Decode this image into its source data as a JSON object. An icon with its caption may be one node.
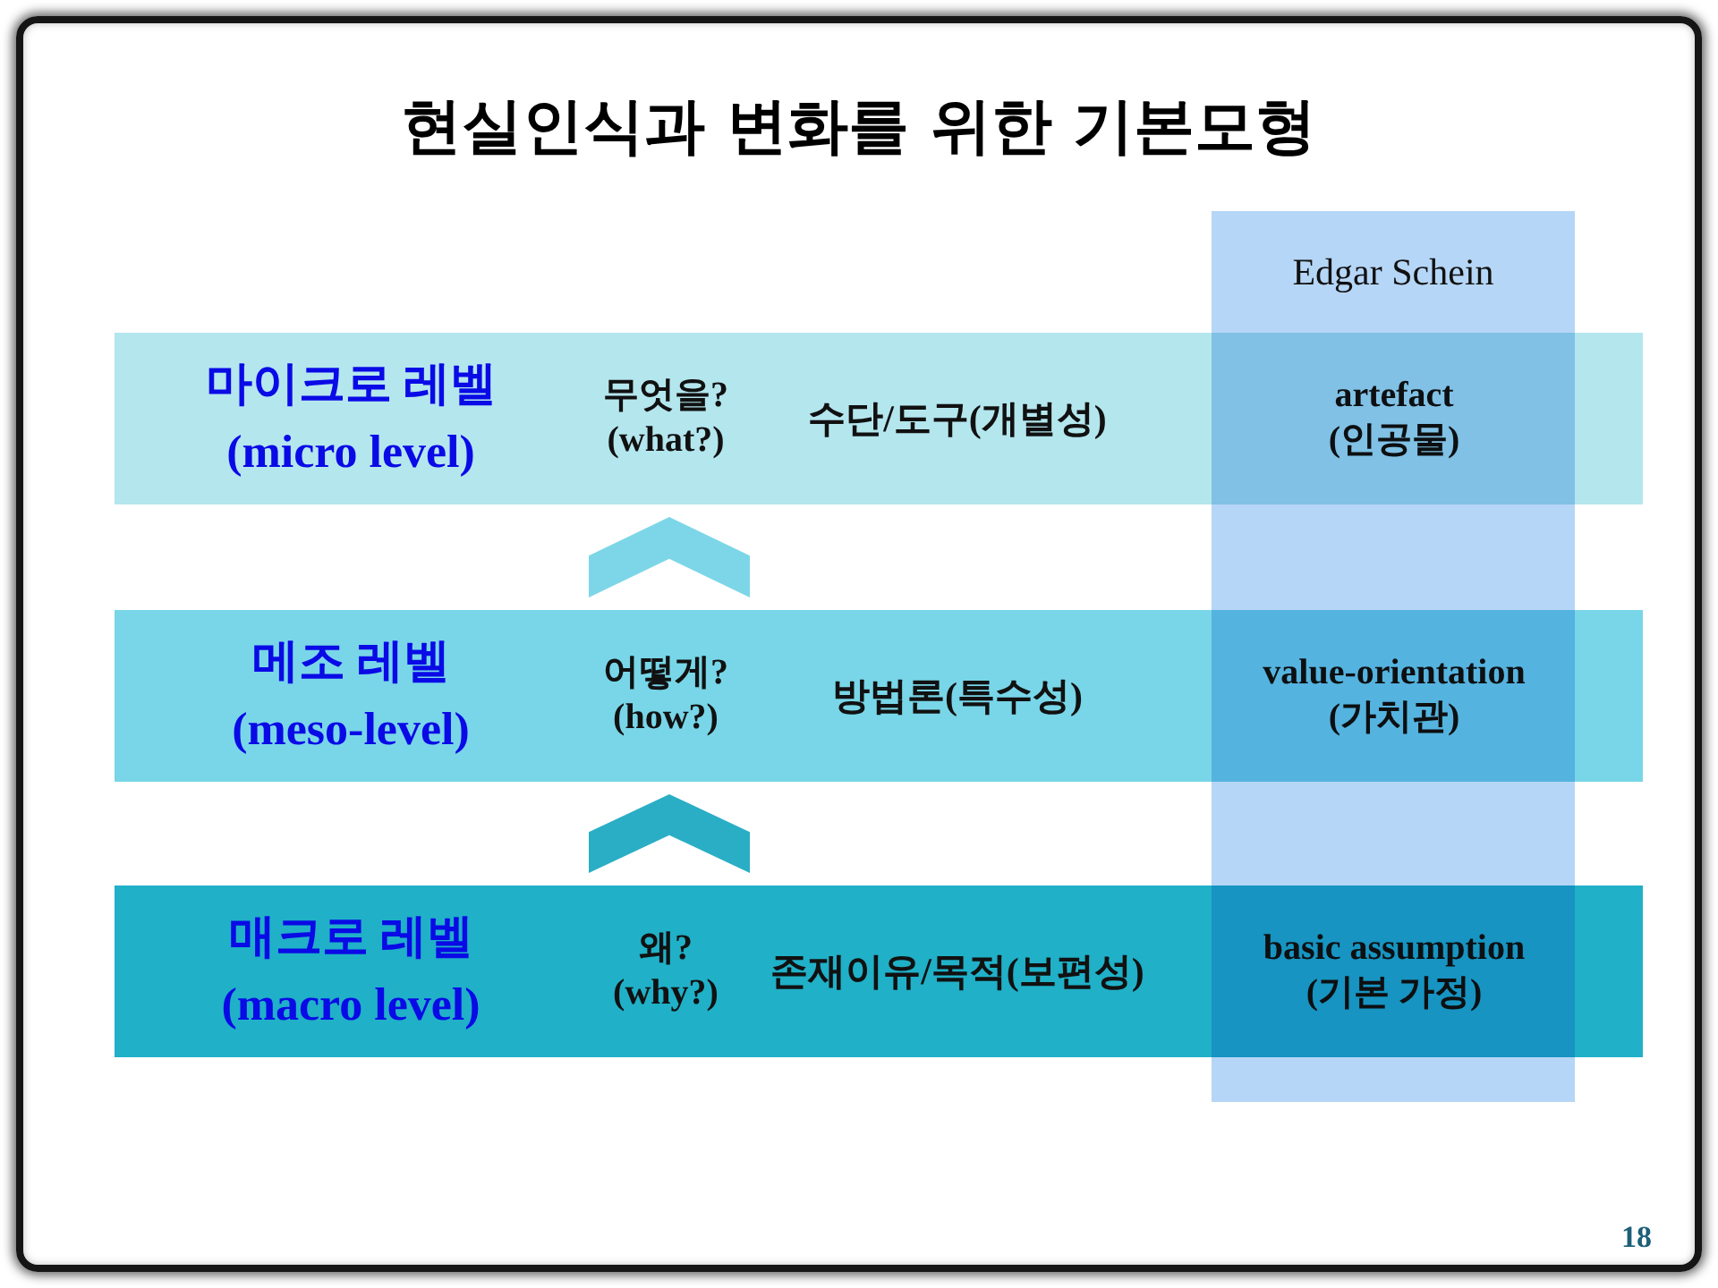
{
  "diagram": {
    "title": "현실인식과 변화를 위한 기본모형",
    "nodes": [
      {
        "text": [
          "Edgar Schein"
        ]
      },
      {
        "text": [
          "마이크로 레벨 (micro level)",
          "무엇을? (what?)",
          "수단/도구(개별성)",
          "artefact (인공물)"
        ]
      },
      {
        "text": [
          "메조 레벨 (meso-level)",
          "어떻게? (how?)",
          "방법론(특수성)",
          "value-orientation (가치관)"
        ]
      },
      {
        "text": [
          "매크로 레벨 (macro level)",
          "왜? (why?)",
          "존재이유/목적(보편성)",
          "basic assumption (기본 가정)"
        ]
      }
    ],
    "edges": [
      {
        "from": 3,
        "to": 2,
        "arrow": "to",
        "color": "#2aaec6"
      },
      {
        "from": 2,
        "to": 1,
        "arrow": "to",
        "color": "#7dd6e8"
      }
    ],
    "labels": [
      "18"
    ]
  }
}
